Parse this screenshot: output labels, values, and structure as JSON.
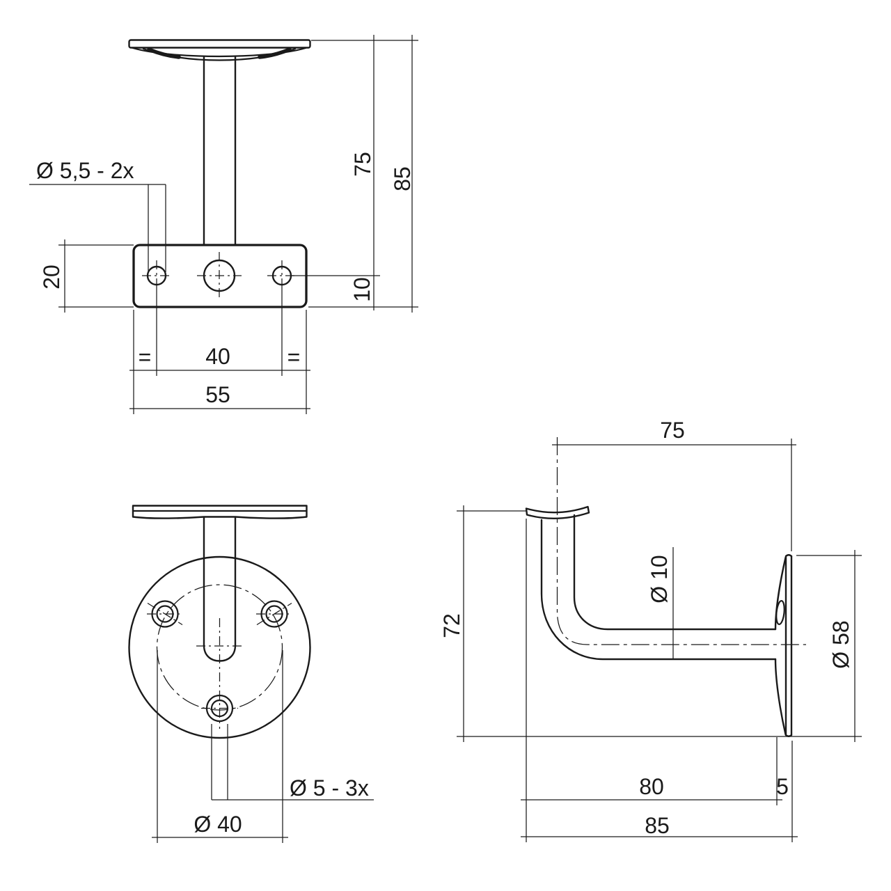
{
  "drawing": {
    "type": "technical-dimension-drawing",
    "subject": "handrail bracket, three orthographic views",
    "colors": {
      "line": "#1a1a1a",
      "background": "#ffffff"
    }
  },
  "front": {
    "callout": "Ø 5,5 - 2x",
    "d20": "20",
    "d75": "75",
    "d85": "85",
    "d10": "10",
    "eq_left": "=",
    "eq_right": "=",
    "d40": "40",
    "d55": "55"
  },
  "flange": {
    "callout": "Ø 5 - 3x",
    "d40": "Ø 40"
  },
  "side": {
    "d75": "75",
    "d72": "72",
    "d10": "Ø 10",
    "d58": "Ø 58",
    "d80": "80",
    "d5": "5",
    "d85": "85"
  }
}
